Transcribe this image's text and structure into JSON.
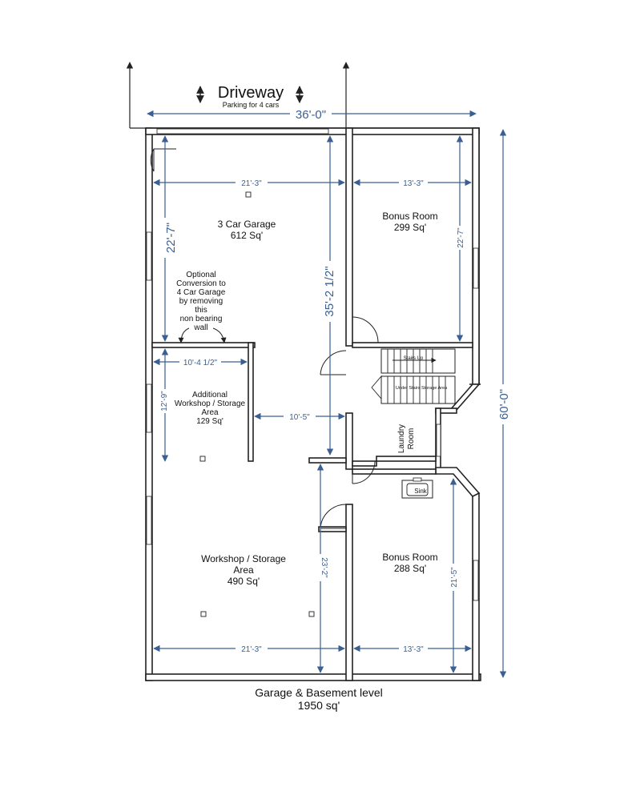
{
  "driveway": {
    "title": "Driveway",
    "subtitle": "Parking for 4 cars"
  },
  "dimensions": {
    "overall_width": "36'-0\"",
    "overall_depth": "60'-0\"",
    "garage_width": "21'-3\"",
    "bonus_top_width": "13'-3\"",
    "garage_depth": "22'-7\"",
    "bonus_top_depth": "22'-7\"",
    "hall_length": "35'-2 1/2\"",
    "workshop_small_width": "10'-4 1/2\"",
    "workshop_small_depth": "12'-9\"",
    "hall_width": "10'-5\"",
    "workshop_depth": "23'-2\"",
    "bonus_bottom_depth": "21'-5\"",
    "workshop_width": "21'-3\"",
    "bonus_bottom_width": "13'-3\""
  },
  "rooms": {
    "garage": {
      "name": "3 Car Garage",
      "area": "612 Sq'"
    },
    "bonus_top": {
      "name": "Bonus Room",
      "area": "299 Sq'"
    },
    "bonus_bottom": {
      "name": "Bonus Room",
      "area": "288 Sq'"
    },
    "workshop_small": {
      "line1": "Additional",
      "line2": "Workshop / Storage",
      "line3": "Area",
      "area": "129 Sq'"
    },
    "workshop": {
      "line1": "Workshop / Storage",
      "line2": "Area",
      "area": "490 Sq'"
    },
    "laundry": {
      "line1": "Laundry",
      "line2": "Room"
    }
  },
  "note": {
    "line1": "Optional",
    "line2": "Conversion to",
    "line3": "4 Car Garage",
    "line4": "by removing",
    "line5": "this",
    "line6": "non bearing",
    "line7": "wall"
  },
  "stairs": {
    "up": "Stairs Up",
    "storage": "Under Stairs Storage Area"
  },
  "sink": "Sink",
  "footer": {
    "line1": "Garage & Basement level",
    "line2": "1950 sq'"
  }
}
